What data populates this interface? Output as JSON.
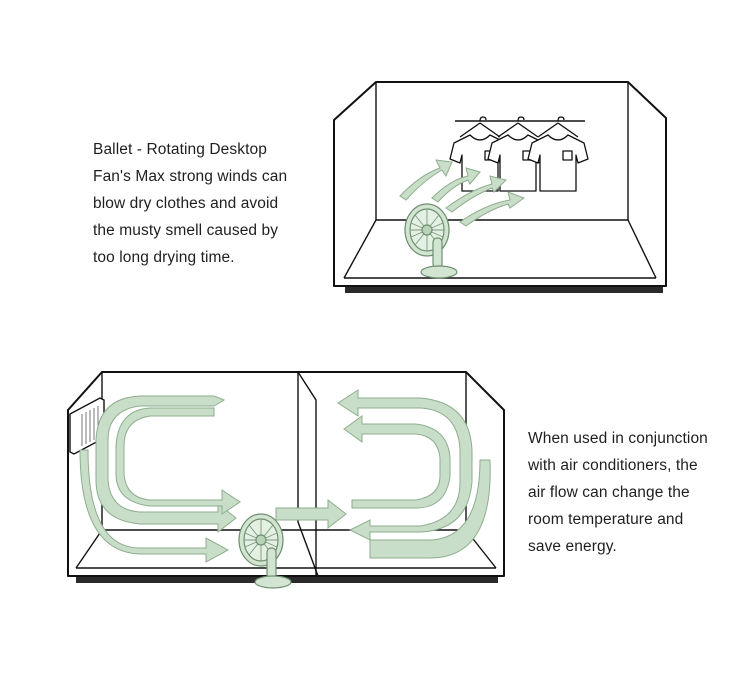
{
  "top_panel": {
    "caption_lines": [
      "Ballet - Rotating Desktop",
      "Fan's Max strong winds can",
      "blow dry clothes and avoid",
      "the musty smell caused by",
      "too long drying time."
    ]
  },
  "bottom_panel": {
    "caption_lines": [
      "When used in conjunction",
      "with air conditioners, the",
      "air flow can change the",
      "room temperature and",
      "save energy."
    ]
  },
  "colors": {
    "arrow_fill": "#c9dec8",
    "arrow_stroke": "#8eae8e",
    "fan_fill": "#cfe3cf",
    "outline": "#111111",
    "floor": "#2a2a2a"
  },
  "icons": {
    "fan": "desk-fan-icon",
    "shirt": "t-shirt-icon",
    "ac": "air-conditioner-icon"
  }
}
